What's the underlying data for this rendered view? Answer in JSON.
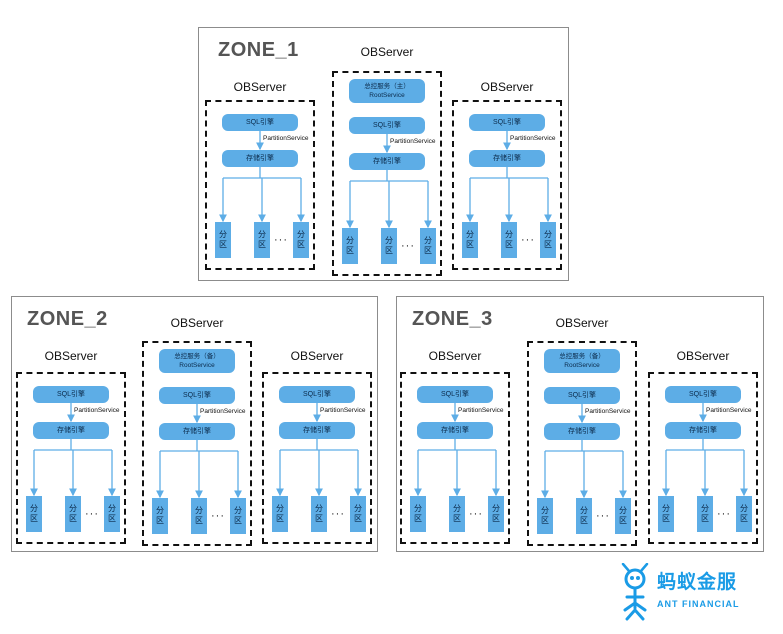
{
  "zones": [
    {
      "title": "ZONE_1",
      "servers": [
        {
          "label": "OBServer",
          "root": null,
          "sql": "SQL引擎",
          "ps": "PartitionService",
          "storage": "存储引擎",
          "parts": [
            {
              "l1": "分",
              "l2": "区"
            },
            {
              "l1": "分",
              "l2": "区"
            },
            {
              "l1": "分",
              "l2": "区"
            }
          ],
          "dots": "···"
        },
        {
          "label": "OBServer",
          "root": {
            "l1": "总控服务（主）",
            "l2": "RootService"
          },
          "sql": "SQL引擎",
          "ps": "PartitionService",
          "storage": "存储引擎",
          "parts": [
            {
              "l1": "分",
              "l2": "区"
            },
            {
              "l1": "分",
              "l2": "区"
            },
            {
              "l1": "分",
              "l2": "区"
            }
          ],
          "dots": "···"
        },
        {
          "label": "OBServer",
          "root": null,
          "sql": "SQL引擎",
          "ps": "PartitionService",
          "storage": "存储引擎",
          "parts": [
            {
              "l1": "分",
              "l2": "区"
            },
            {
              "l1": "分",
              "l2": "区"
            },
            {
              "l1": "分",
              "l2": "区"
            }
          ],
          "dots": "···"
        }
      ]
    },
    {
      "title": "ZONE_2",
      "servers": [
        {
          "label": "OBServer",
          "root": null,
          "sql": "SQL引擎",
          "ps": "PartitionService",
          "storage": "存储引擎",
          "parts": [
            {
              "l1": "分",
              "l2": "区"
            },
            {
              "l1": "分",
              "l2": "区"
            },
            {
              "l1": "分",
              "l2": "区"
            }
          ],
          "dots": "···"
        },
        {
          "label": "OBServer",
          "root": {
            "l1": "总控服务（备）",
            "l2": "RootService"
          },
          "sql": "SQL引擎",
          "ps": "PartitionService",
          "storage": "存储引擎",
          "parts": [
            {
              "l1": "分",
              "l2": "区"
            },
            {
              "l1": "分",
              "l2": "区"
            },
            {
              "l1": "分",
              "l2": "区"
            }
          ],
          "dots": "···"
        },
        {
          "label": "OBServer",
          "root": null,
          "sql": "SQL引擎",
          "ps": "PartitionService",
          "storage": "存储引擎",
          "parts": [
            {
              "l1": "分",
              "l2": "区"
            },
            {
              "l1": "分",
              "l2": "区"
            },
            {
              "l1": "分",
              "l2": "区"
            }
          ],
          "dots": "···"
        }
      ]
    },
    {
      "title": "ZONE_3",
      "servers": [
        {
          "label": "OBServer",
          "root": null,
          "sql": "SQL引擎",
          "ps": "PartitionService",
          "storage": "存储引擎",
          "parts": [
            {
              "l1": "分",
              "l2": "区"
            },
            {
              "l1": "分",
              "l2": "区"
            },
            {
              "l1": "分",
              "l2": "区"
            }
          ],
          "dots": "···"
        },
        {
          "label": "OBServer",
          "root": {
            "l1": "总控服务（备）",
            "l2": "RootService"
          },
          "sql": "SQL引擎",
          "ps": "PartitionService",
          "storage": "存储引擎",
          "parts": [
            {
              "l1": "分",
              "l2": "区"
            },
            {
              "l1": "分",
              "l2": "区"
            },
            {
              "l1": "分",
              "l2": "区"
            }
          ],
          "dots": "···"
        },
        {
          "label": "OBServer",
          "root": null,
          "sql": "SQL引擎",
          "ps": "PartitionService",
          "storage": "存储引擎",
          "parts": [
            {
              "l1": "分",
              "l2": "区"
            },
            {
              "l1": "分",
              "l2": "区"
            },
            {
              "l1": "分",
              "l2": "区"
            }
          ],
          "dots": "···"
        }
      ]
    }
  ],
  "logo": {
    "cn": "蚂蚁金服",
    "en": "ANT FINANCIAL",
    "icon": "ant-icon",
    "color": "#1a9be6"
  },
  "colors": {
    "box": "#5dade6",
    "arrow": "#5dade6"
  }
}
